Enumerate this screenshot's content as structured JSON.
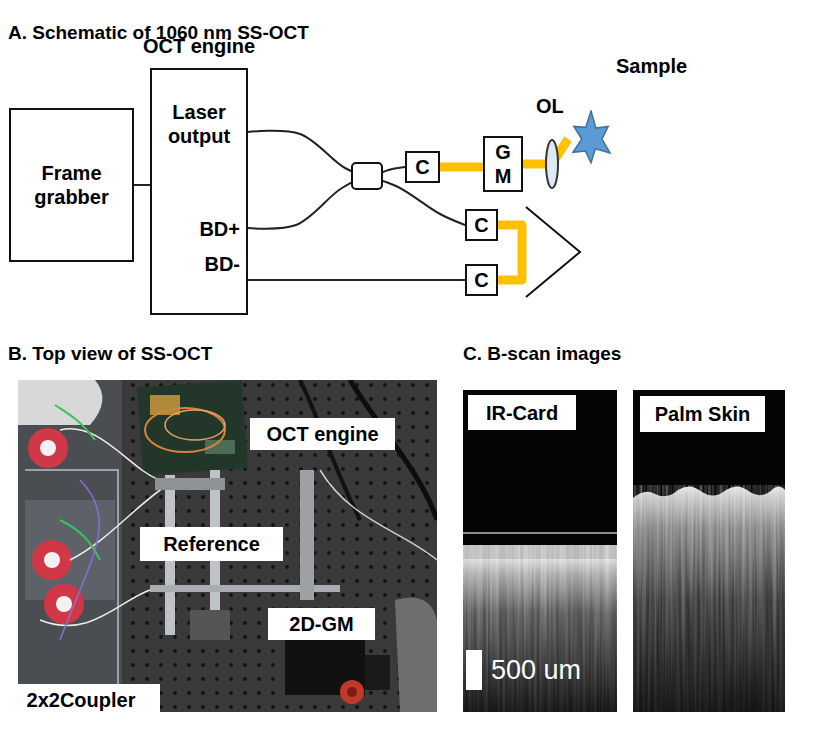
{
  "diagram": {
    "nodes": [
      {
        "text": [
          "Frame grabber"
        ]
      },
      {
        "text": [
          "OCT engine",
          "Laser output",
          "BD+",
          "BD-"
        ]
      },
      {
        "text": [
          "C"
        ]
      },
      {
        "text": [
          "G M"
        ]
      },
      {
        "text": [
          "Sample"
        ]
      },
      {
        "text": [
          "C"
        ]
      },
      {
        "text": [
          "C"
        ]
      },
      {
        "text": [
          "OCT engine"
        ]
      },
      {
        "text": [
          "Reference"
        ]
      },
      {
        "text": [
          "2D-GM"
        ]
      },
      {
        "text": [
          "2x2Coupler"
        ]
      },
      {
        "text": [
          "IR-Card"
        ]
      },
      {
        "text": [
          "Palm Skin"
        ]
      }
    ],
    "edges": [
      {
        "from": 0,
        "to": 1,
        "arrow": "none"
      },
      {
        "from": 1,
        "to": 2,
        "arrow": "none"
      },
      {
        "from": 1,
        "to": 5,
        "arrow": "none"
      },
      {
        "from": 1,
        "to": 6,
        "arrow": "none"
      },
      {
        "from": 2,
        "to": 3,
        "arrow": "none"
      },
      {
        "from": 3,
        "to": 4,
        "arrow": "none"
      },
      {
        "from": 5,
        "to": 6,
        "arrow": "none"
      }
    ],
    "labels": [
      "A. Schematic of 1060 nm SS-OCT",
      "OL",
      "B. Top view of SS-OCT",
      "C. B-scan images",
      "500 um"
    ]
  }
}
